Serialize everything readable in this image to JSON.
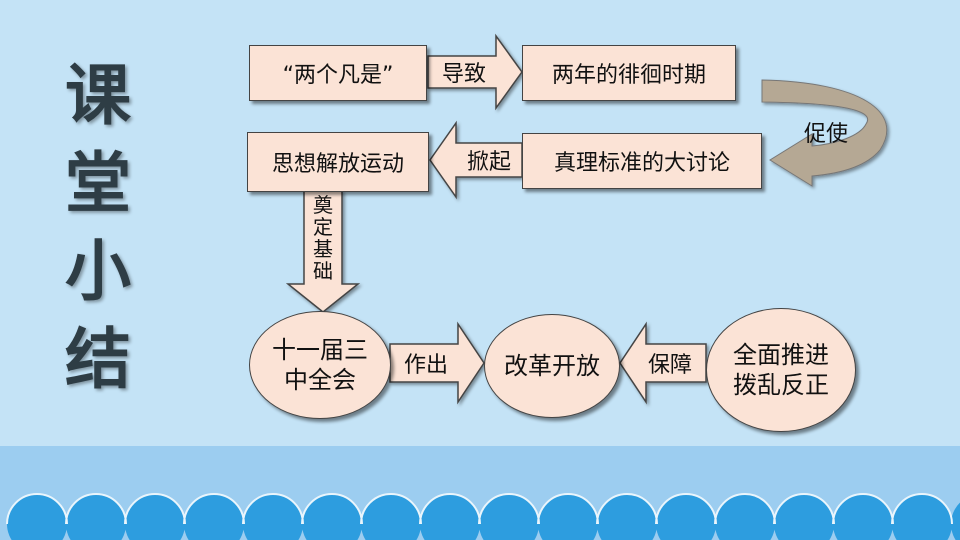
{
  "title": [
    "课",
    "堂",
    "小",
    "结"
  ],
  "nodes": {
    "two_whatevers": "“两个凡是”",
    "two_year_wandering": "两年的徘徊时期",
    "truth_debate": "真理标准的大讨论",
    "thought_liberation": "思想解放运动",
    "plenum_line1": "十一届三",
    "plenum_line2": "中全会",
    "reform_opening": "改革开放",
    "bring_order_line1": "全面推进",
    "bring_order_line2": "拨乱反正"
  },
  "arrows": {
    "lead_to": "导致",
    "promote": "促使",
    "set_off": "掀起",
    "lay_foundation": "奠定基础",
    "make": "作出",
    "guarantee": "保障"
  },
  "colors": {
    "background": "#c4e3f6",
    "node_fill": "#fbe3d6",
    "wave_band": "#9ccdf0",
    "wave_fill": "#2d9ddf",
    "curved_arrow": "#b5a894"
  }
}
